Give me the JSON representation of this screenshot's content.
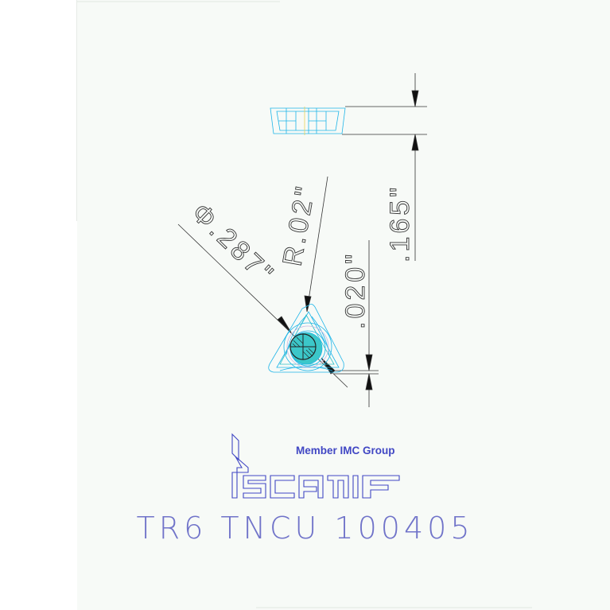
{
  "colors": {
    "paper": "#f7faf7",
    "dimension": "#333333",
    "insert_outline": "#1fb5e8",
    "brand": "#4147c4",
    "caption": "#7073c9"
  },
  "drawing": {
    "dim_height": ".165\"",
    "dim_radius": "R.02\"",
    "dim_diameter": "Φ.287\"",
    "dim_offset": ".020\""
  },
  "brand": {
    "logo_icon": "iscar-logo",
    "member": "Member IMC Group"
  },
  "caption": "TR6  TNCU  100405"
}
